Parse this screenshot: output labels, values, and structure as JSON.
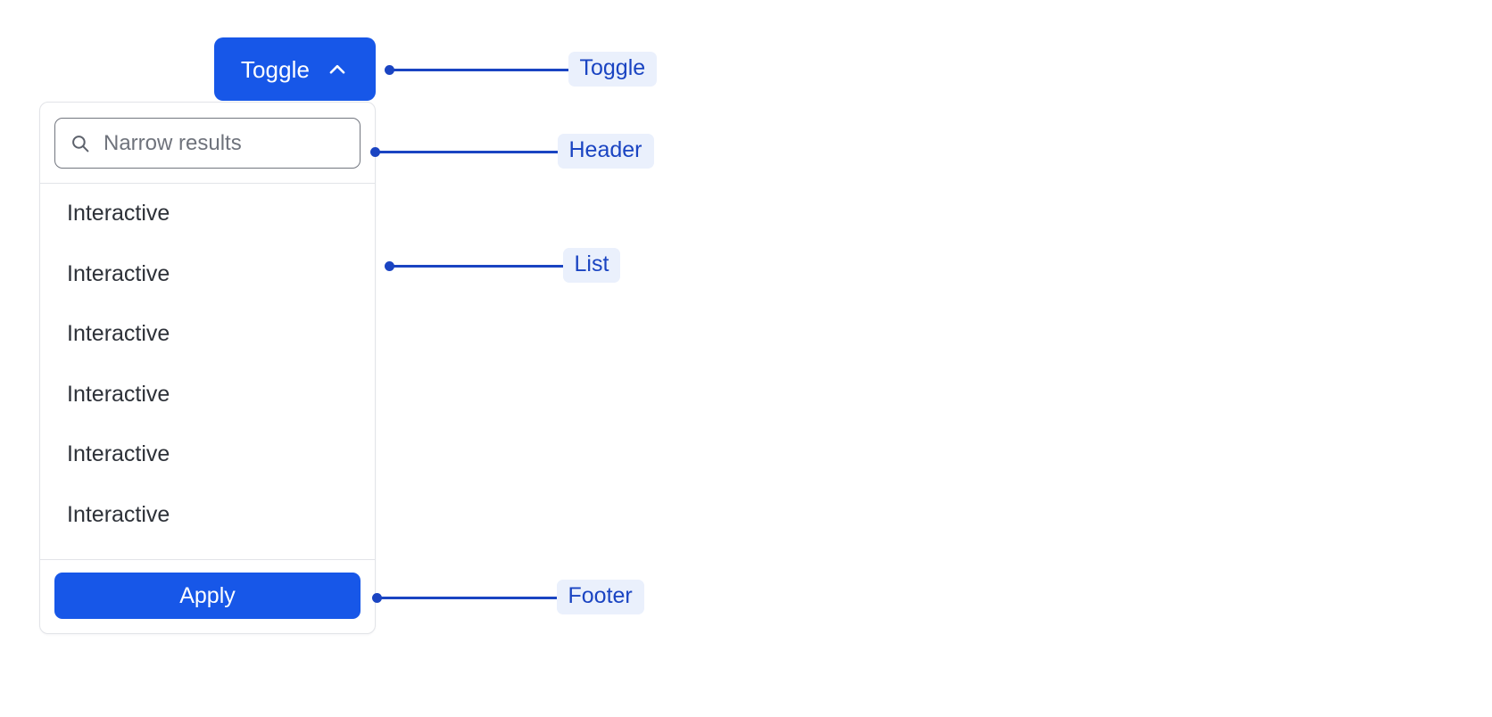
{
  "toggle": {
    "label": "Toggle",
    "icon": "chevron-up-icon",
    "bg_color": "#1757e8",
    "text_color": "#ffffff"
  },
  "panel": {
    "border_color": "#e2e4e8",
    "background": "#ffffff",
    "header": {
      "search": {
        "placeholder": "Narrow results",
        "value": "",
        "icon": "search-icon",
        "border_color": "#72767f"
      }
    },
    "list": {
      "items": [
        {
          "label": "Interactive"
        },
        {
          "label": "Interactive"
        },
        {
          "label": "Interactive"
        },
        {
          "label": "Interactive"
        },
        {
          "label": "Interactive"
        },
        {
          "label": "Interactive"
        }
      ]
    },
    "footer": {
      "apply_label": "Apply",
      "apply_bg_color": "#1757e8"
    }
  },
  "annotations": {
    "accent_color": "#1a44c2",
    "badge_bg_color": "#eaf0fc",
    "items": [
      {
        "label": "Toggle"
      },
      {
        "label": "Header"
      },
      {
        "label": "List"
      },
      {
        "label": "Footer"
      }
    ]
  }
}
